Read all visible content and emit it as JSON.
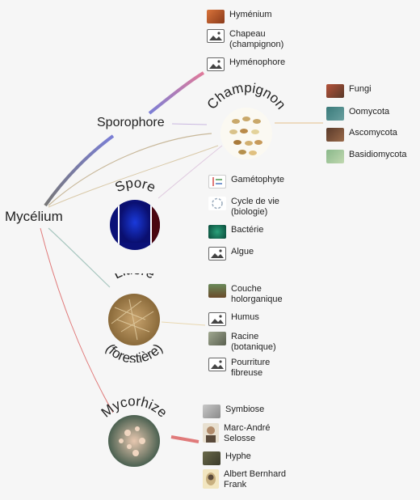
{
  "root": {
    "label": "Mycélium"
  },
  "sporophore": {
    "label": "Sporophore"
  },
  "champignon": {
    "label": "Champignon"
  },
  "spore": {
    "label": "Spore"
  },
  "litiere": {
    "label_1": "Litière",
    "label_2": "(forestière)"
  },
  "mycorhize": {
    "label": "Mycorhize"
  },
  "leaves": {
    "sporophore": [
      {
        "label": "Hyménium",
        "thumb": "photo-orange"
      },
      {
        "label": "Chapeau (champignon)",
        "thumb": "placeholder"
      },
      {
        "label": "Hyménophore",
        "thumb": "placeholder"
      }
    ],
    "champignon": [
      {
        "label": "Fungi",
        "thumb": "photo-red"
      },
      {
        "label": "Oomycota",
        "thumb": "photo-teal"
      },
      {
        "label": "Ascomycota",
        "thumb": "photo-brown"
      },
      {
        "label": "Basidiomycota",
        "thumb": "photo-green"
      }
    ],
    "spore": [
      {
        "label": "Gamétophyte",
        "thumb": "photo-diagram"
      },
      {
        "label": "Cycle de vie (biologie)",
        "thumb": "photo-cycle"
      },
      {
        "label": "Bactérie",
        "thumb": "photo-bacteria"
      },
      {
        "label": "Algue",
        "thumb": "placeholder"
      }
    ],
    "litiere": [
      {
        "label": "Couche holorganique",
        "thumb": "photo-soil"
      },
      {
        "label": "Humus",
        "thumb": "placeholder"
      },
      {
        "label": "Racine (botanique)",
        "thumb": "photo-roots"
      },
      {
        "label": "Pourriture fibreuse",
        "thumb": "placeholder"
      }
    ],
    "mycorhize": [
      {
        "label": "Symbiose",
        "thumb": "photo-grey"
      },
      {
        "label": "Marc-André Selosse",
        "thumb": "photo-portrait"
      },
      {
        "label": "Hyphe",
        "thumb": "photo-hyphe"
      },
      {
        "label": "Albert Bernhard Frank",
        "thumb": "photo-portrait-old"
      }
    ]
  },
  "colors": {
    "sporophore_edge": "#7b7fd6",
    "champignon_edge": "#e8c9a0",
    "spore_edge": "#c9a0d6",
    "litiere_edge": "#a9c7c0",
    "mycorhize_edge": "#e07a7a"
  }
}
